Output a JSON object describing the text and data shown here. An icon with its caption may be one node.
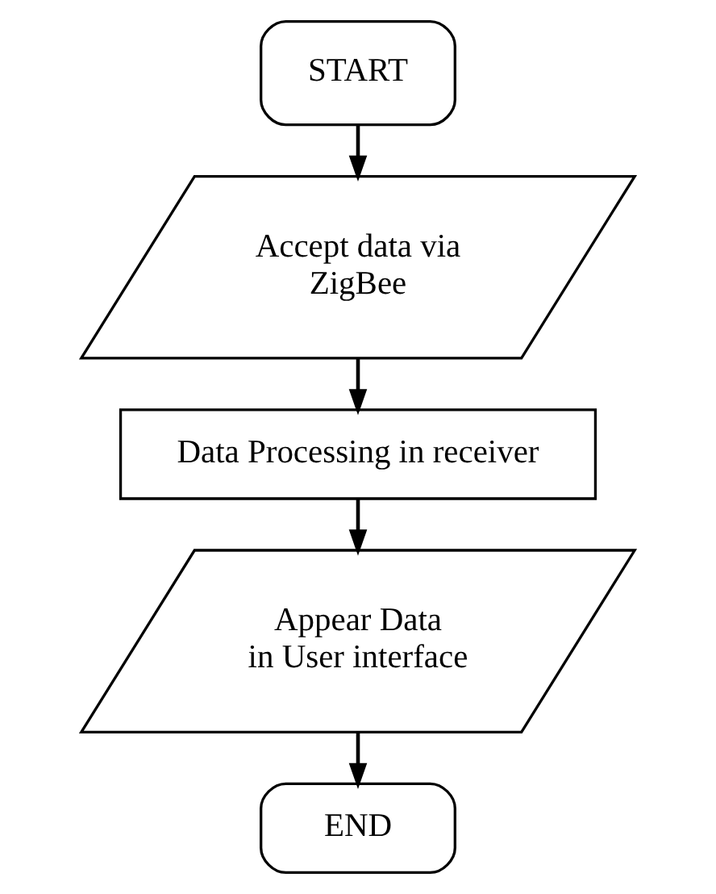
{
  "diagram": {
    "nodes": [
      {
        "text": [
          "START"
        ]
      },
      {
        "text": [
          "Accept data via ZigBee"
        ]
      },
      {
        "text": [
          "Data Processing in receiver"
        ]
      },
      {
        "text": [
          "Appear Data in User interface"
        ]
      },
      {
        "text": [
          "END"
        ]
      }
    ],
    "edges": [
      {
        "from": 0,
        "to": 1,
        "arrow": "to"
      },
      {
        "from": 1,
        "to": 2,
        "arrow": "to"
      },
      {
        "from": 2,
        "to": 3,
        "arrow": "to"
      },
      {
        "from": 3,
        "to": 4,
        "arrow": "to"
      }
    ]
  }
}
